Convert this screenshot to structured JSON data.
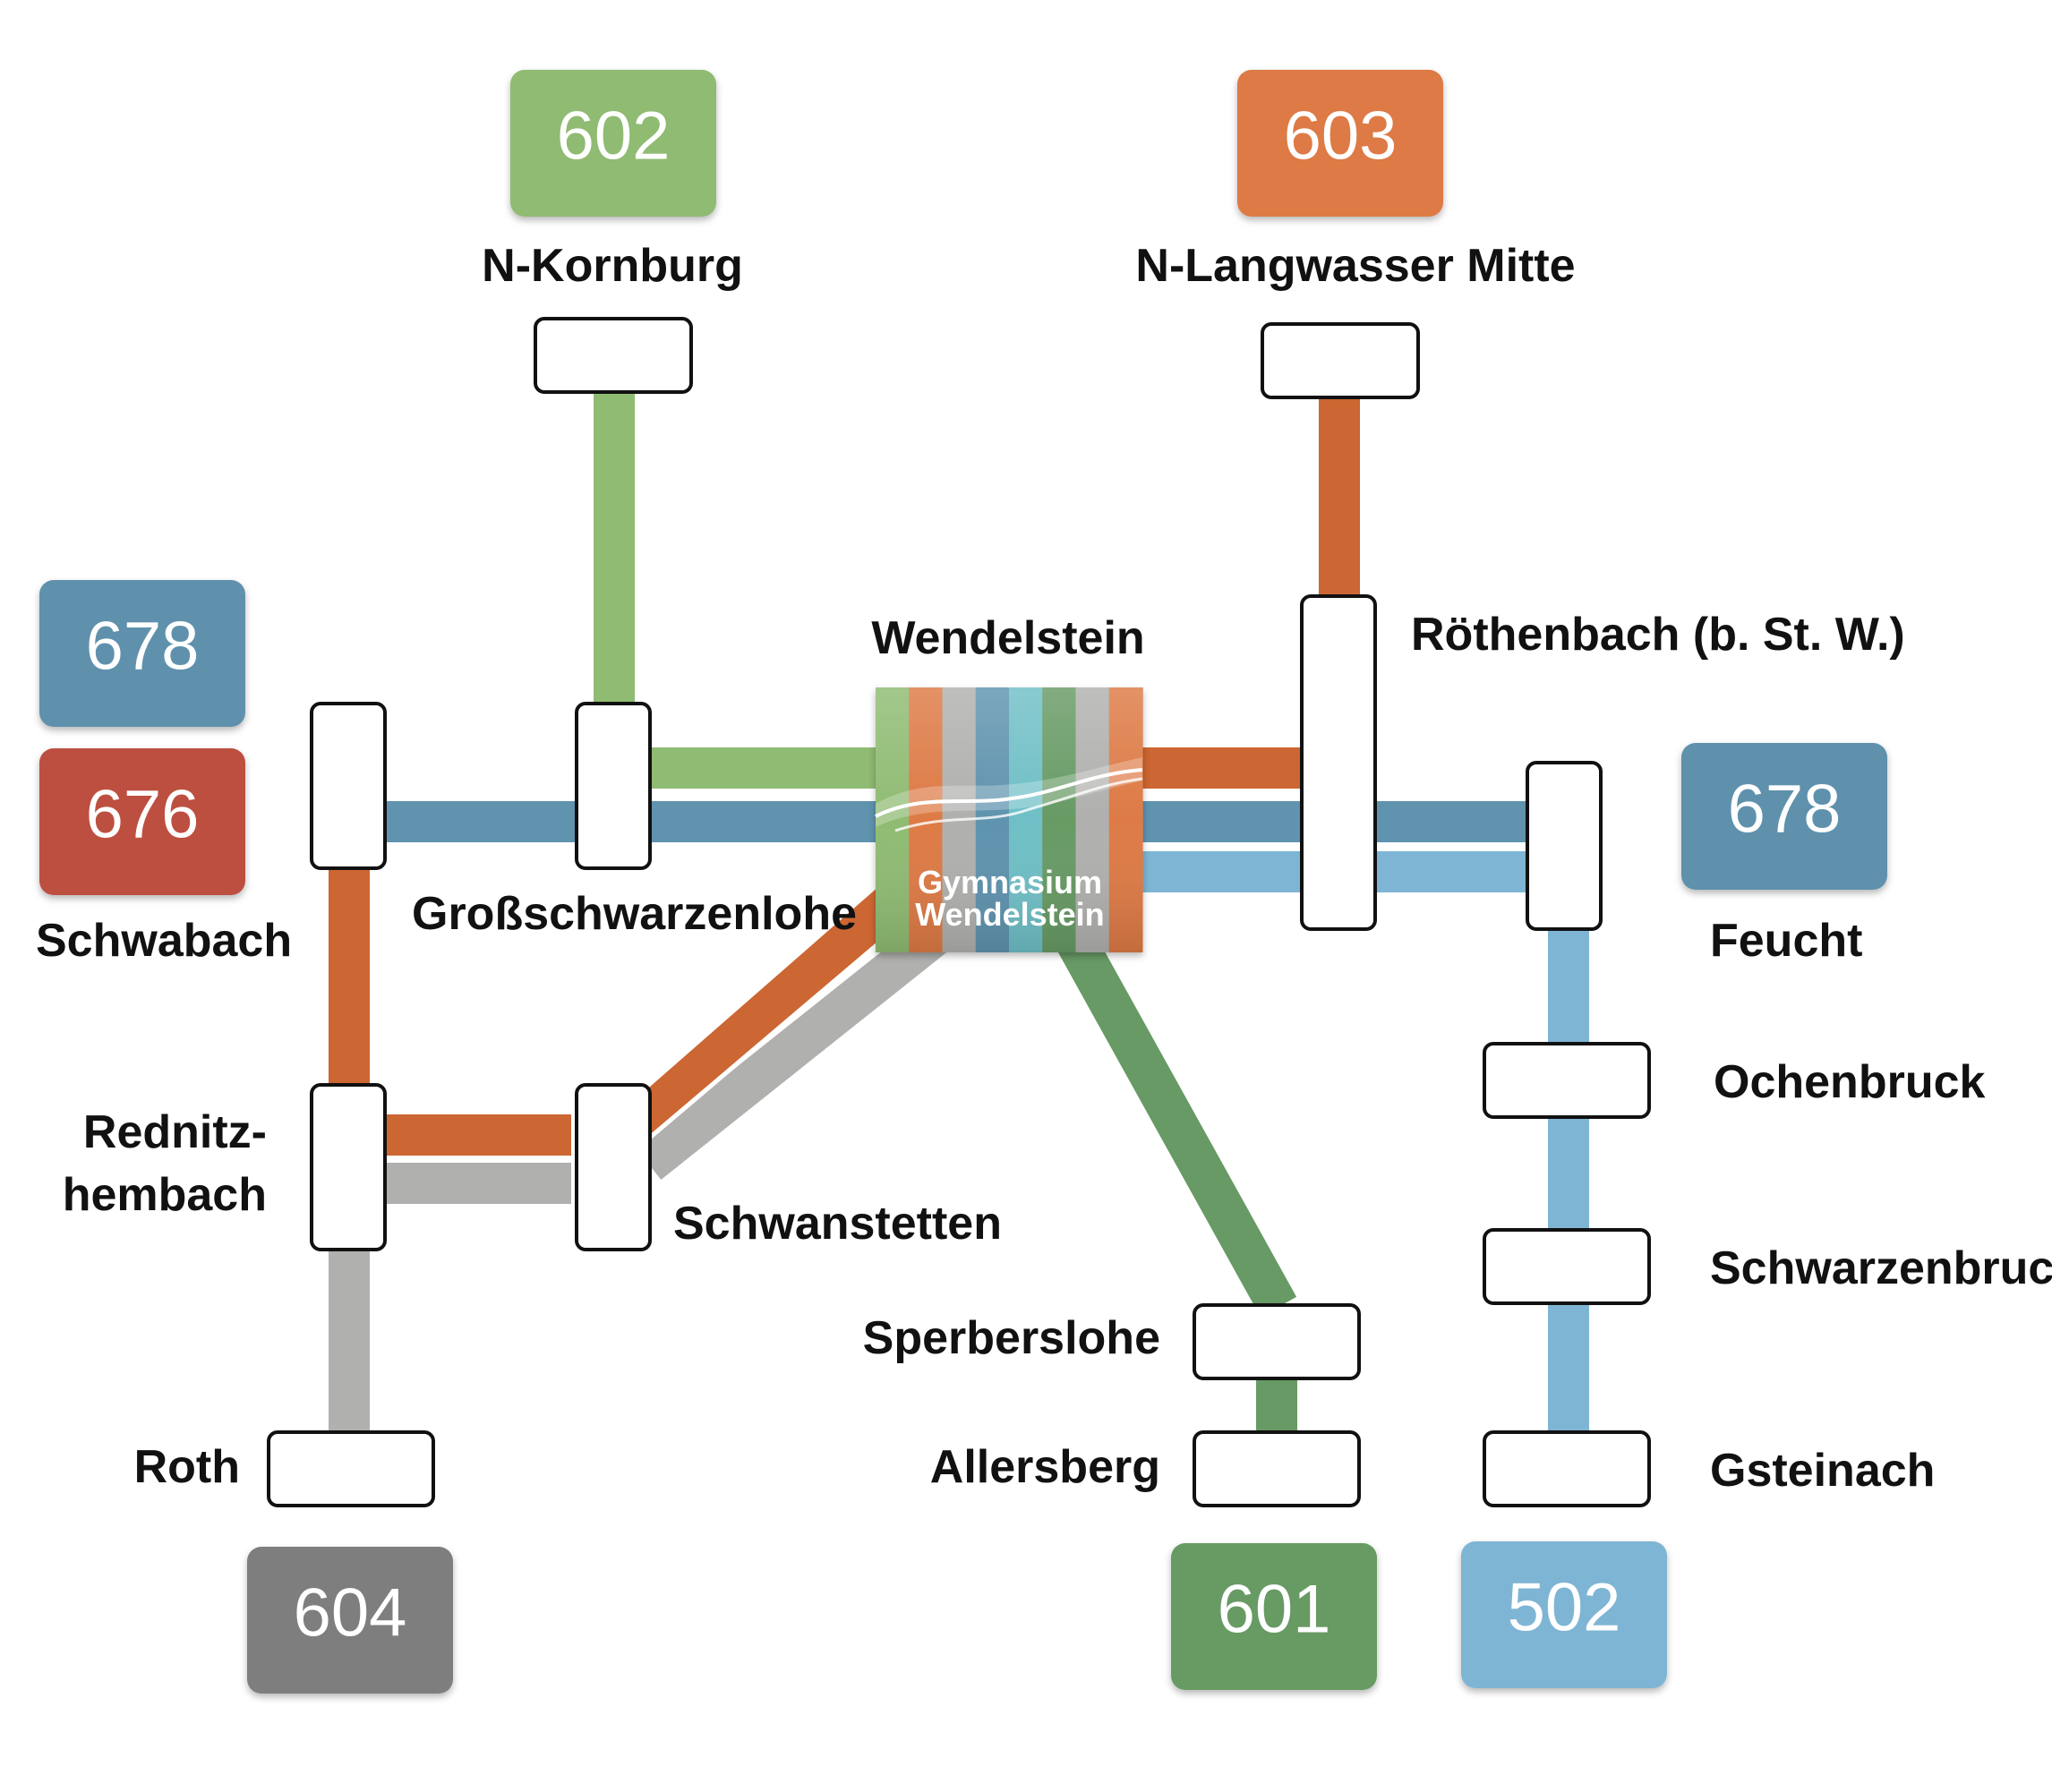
{
  "title": "",
  "colors": {
    "route_602": "#8FBB72",
    "route_603": "#DD7A45",
    "route_678": "#5E91AD",
    "route_676": "#BD5040",
    "route_604": "#7E7E7E",
    "route_601": "#679A64",
    "route_502": "#7EB5D4",
    "line_orange": "#CC6632",
    "line_blue": "#5F93AE",
    "line_lightblue": "#7EB5D4",
    "line_green_light": "#8FBB72",
    "line_green_dark": "#679A64",
    "line_gray": "#B0B0AE"
  },
  "routes": [
    {
      "id": "602",
      "label": "602",
      "destination": "N-Kornburg"
    },
    {
      "id": "603",
      "label": "603",
      "destination": "N-Langwasser Mitte"
    },
    {
      "id": "678a",
      "label": "678",
      "destination": "Schwabach"
    },
    {
      "id": "676",
      "label": "676",
      "destination": "Schwabach"
    },
    {
      "id": "678b",
      "label": "678",
      "destination": "Feucht"
    },
    {
      "id": "604",
      "label": "604",
      "destination": "Roth"
    },
    {
      "id": "601",
      "label": "601",
      "destination": "Allersberg"
    },
    {
      "id": "502",
      "label": "502",
      "destination": "Gsteinach"
    }
  ],
  "stops": {
    "n_kornburg": "N-Kornburg",
    "n_langwasser": "N-Langwasser Mitte",
    "wendelstein": "Wendelstein",
    "roethenbach": "Röthenbach (b. St. W.)",
    "schwabach": "Schwabach",
    "grossschwarzenlohe": "Großschwarzenlohe",
    "feucht": "Feucht",
    "ochenbruck": "Ochenbruck",
    "rednitz_1": "Rednitz-",
    "rednitz_2": "hembach",
    "schwanstetten": "Schwanstetten",
    "schwarzenbruck": "Schwarzenbruck",
    "sperberslohe": "Sperberslohe",
    "roth": "Roth",
    "allersberg": "Allersberg",
    "gsteinach": "Gsteinach"
  },
  "hub": {
    "line1": "Gymnasium",
    "line2": "Wendelstein",
    "stripe_colors": [
      "#8FBB72",
      "#DD7A45",
      "#B0B0AE",
      "#5F93AE",
      "#6FBFC6",
      "#679A64",
      "#B0B0AE",
      "#DD7A45"
    ]
  }
}
